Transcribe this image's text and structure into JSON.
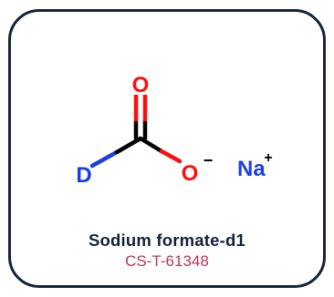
{
  "product": {
    "name": "Sodium formate-d1",
    "catalog_number": "CS-T-61348"
  },
  "structure": {
    "atoms": {
      "oxygen_top": "O",
      "oxygen_anion": "O",
      "deuterium": "D",
      "sodium": "Na",
      "anion_charge": "−",
      "cation_charge": "+"
    }
  },
  "colors": {
    "border": "#12223a",
    "name_text": "#12223a",
    "catalog_text": "#b8345a",
    "oxygen": "#ff0d0d",
    "deuterium": "#1a3fe0",
    "sodium": "#1a3fe0",
    "carbon_bond": "#000000"
  }
}
